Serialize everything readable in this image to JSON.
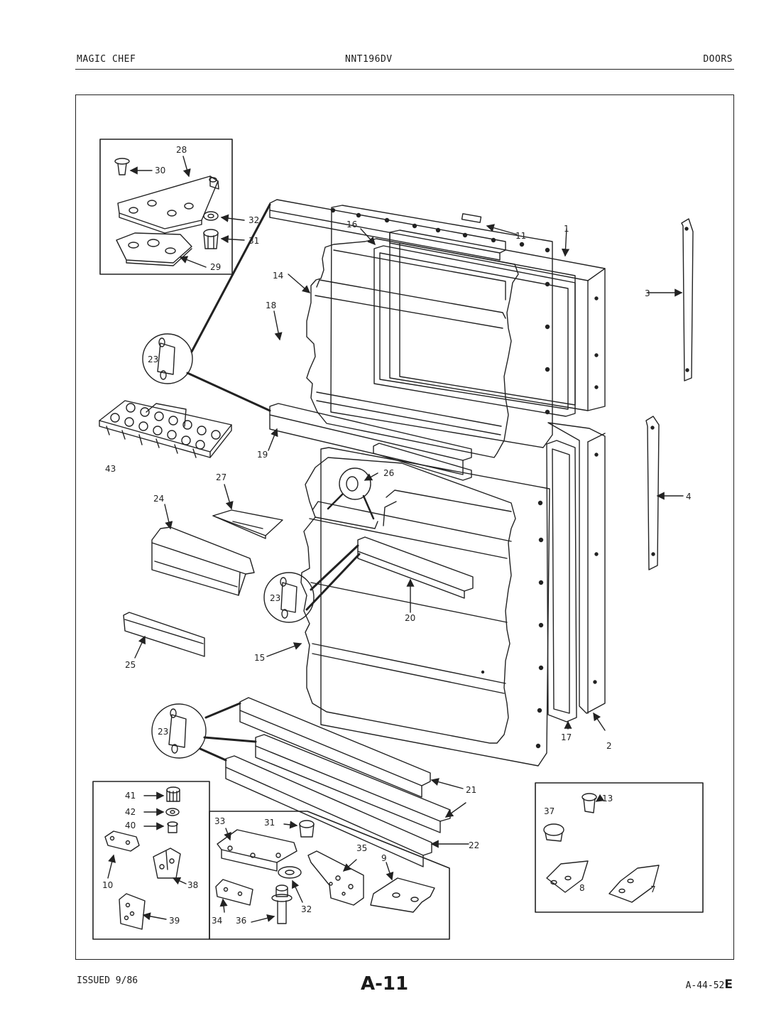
{
  "header": {
    "brand": "MAGIC CHEF",
    "model": "NNT196DV",
    "section": "DOORS"
  },
  "footer": {
    "issued": "ISSUED 9/86",
    "page": "A-11",
    "code_prefix": "A-44-52",
    "code_suffix": "E"
  },
  "callouts": {
    "c1": "1",
    "c2": "2",
    "c3": "3",
    "c4": "4",
    "c7": "7",
    "c8": "8",
    "c9": "9",
    "c10": "10",
    "c11": "11",
    "c13": "13",
    "c14": "14",
    "c15": "15",
    "c16": "16",
    "c17": "17",
    "c18": "18",
    "c19": "19",
    "c20": "20",
    "c21": "21",
    "c22": "22",
    "c23a": "23",
    "c23b": "23",
    "c23c": "23",
    "c24": "24",
    "c25": "25",
    "c26": "26",
    "c27": "27",
    "c28": "28",
    "c29": "29",
    "c30": "30",
    "c31a": "31",
    "c31b": "31",
    "c32a": "32",
    "c32b": "32",
    "c33": "33",
    "c34": "34",
    "c35": "35",
    "c36": "36",
    "c37": "37",
    "c38": "38",
    "c39": "39",
    "c40": "40",
    "c41": "41",
    "c42": "42",
    "c43": "43"
  }
}
